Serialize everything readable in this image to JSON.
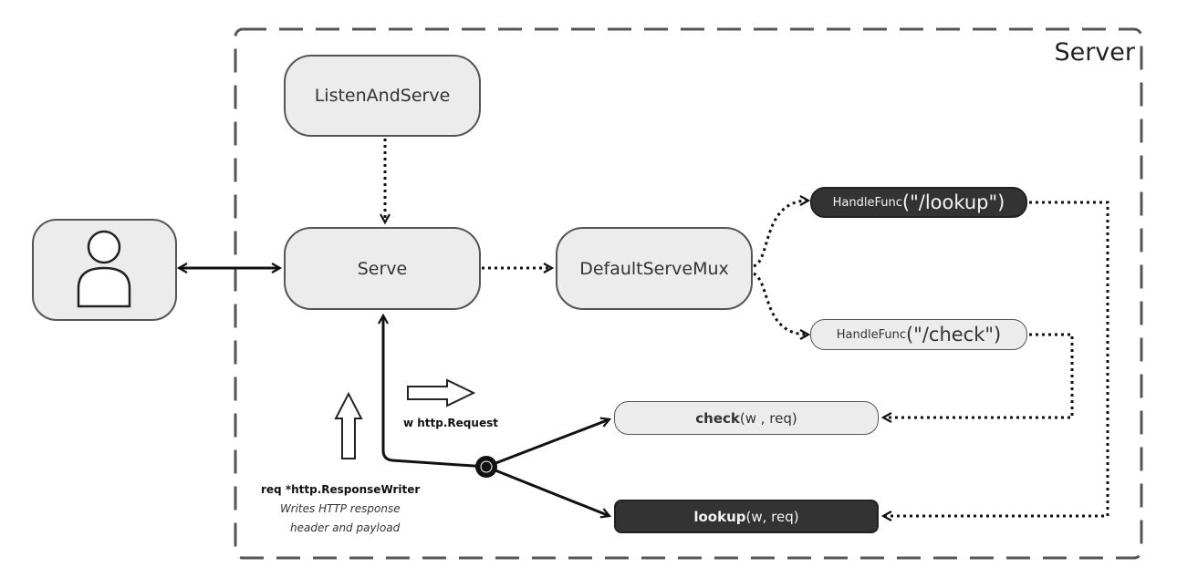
{
  "container_label": "Server",
  "nodes": {
    "listen_and_serve": "ListenAndServe",
    "serve": "Serve",
    "default_serve_mux": "DefaultServeMux",
    "handle_lookup": {
      "prefix": "HandleFunc",
      "arg": "(\"/lookup\")"
    },
    "handle_check": {
      "prefix": "HandleFunc",
      "arg": "(\"/check\")"
    },
    "check_handler": {
      "name": "check",
      "args": "(w , req)"
    },
    "lookup_handler": {
      "name": "lookup",
      "args": "(w, req)"
    }
  },
  "annotations": {
    "request": "w http.Request",
    "writer": "req *http.ResponseWriter",
    "writer_desc_line1": "Writes HTTP response",
    "writer_desc_line2": "header and payload"
  },
  "icons": {
    "user": "user-icon"
  }
}
